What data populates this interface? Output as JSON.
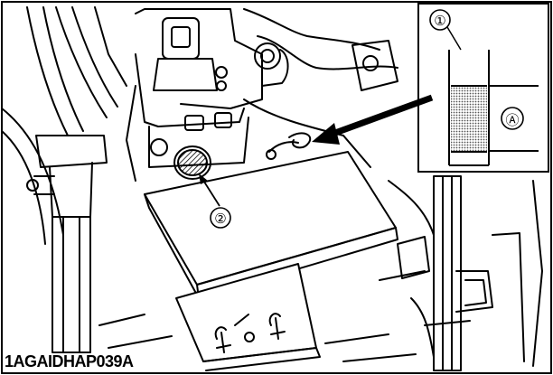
{
  "figure": {
    "id_label": "1AGAIDHAP039A",
    "callouts": {
      "reservoir_label": "①",
      "cap_label": "②",
      "level_range_label": "Ⓐ"
    },
    "colors": {
      "line": "#000000",
      "background": "#ffffff",
      "fluid_fill": "#bdbdbd"
    }
  }
}
